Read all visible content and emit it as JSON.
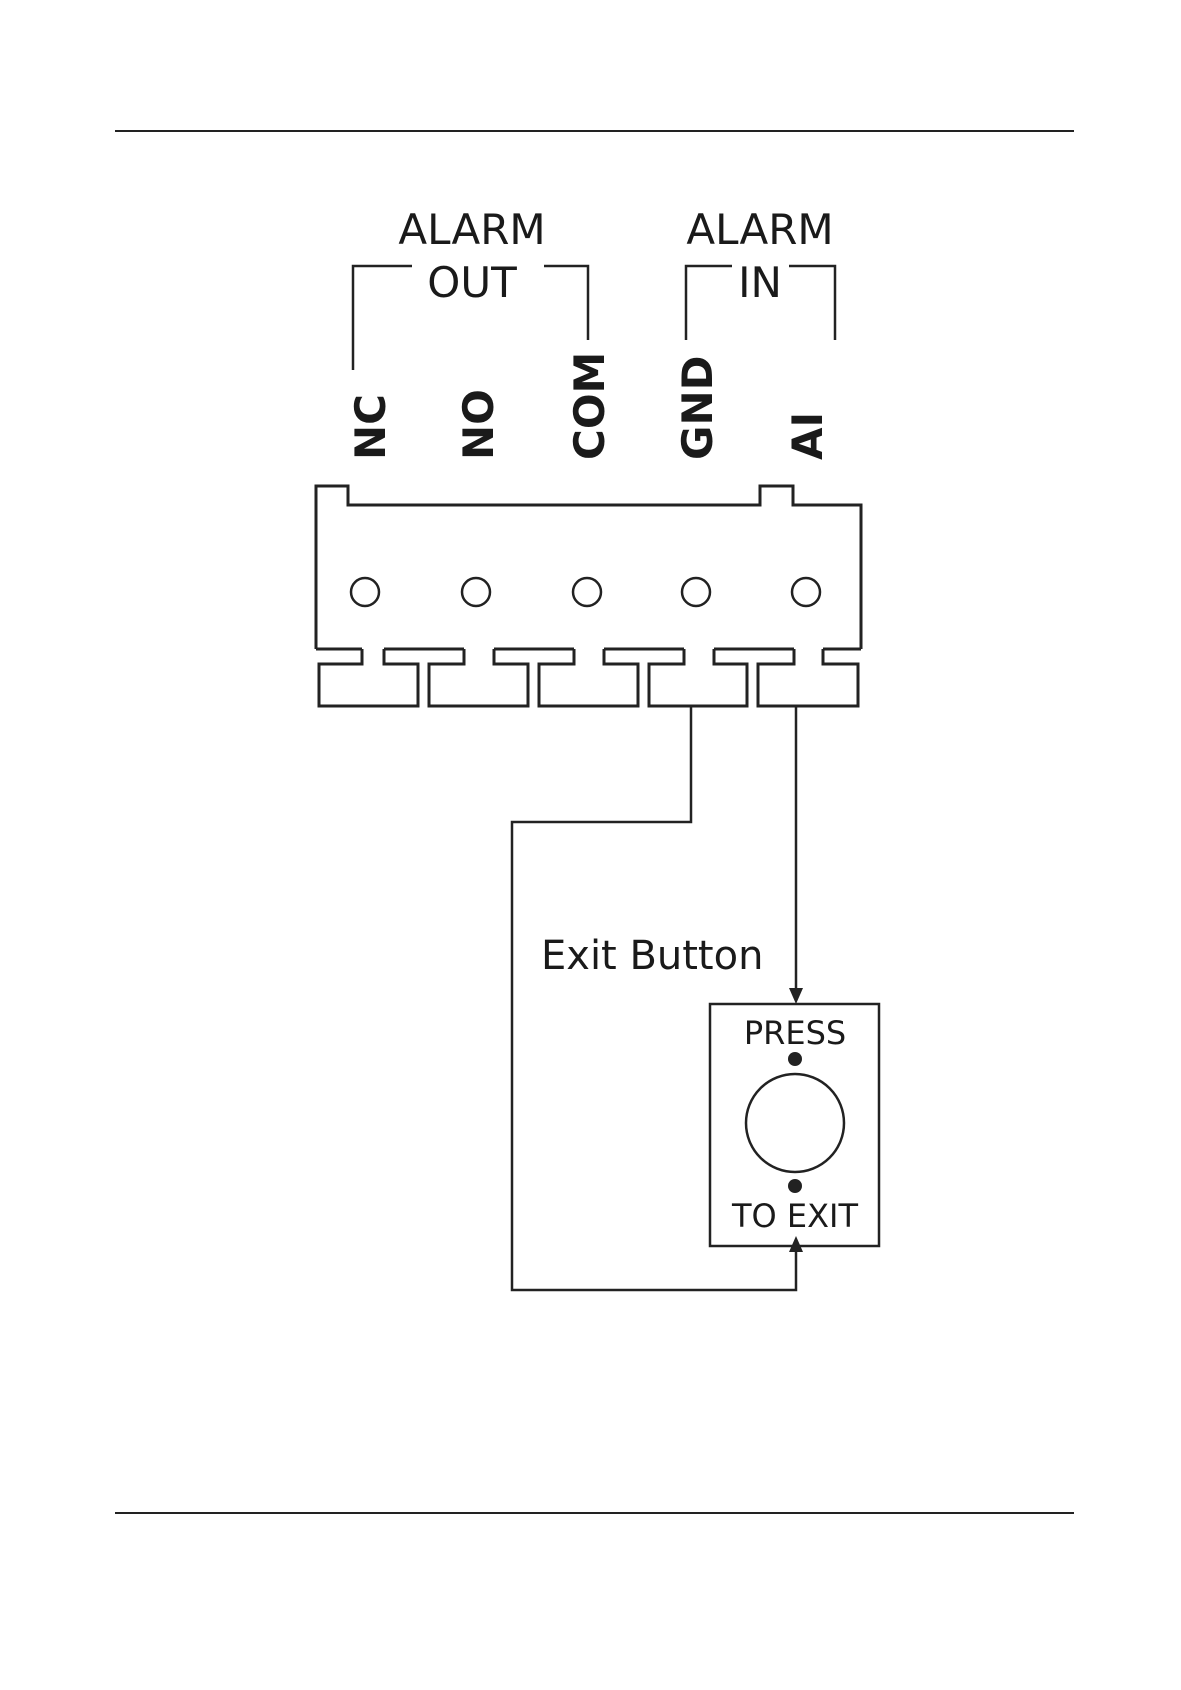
{
  "groups": {
    "alarm_out": {
      "line1": "ALARM",
      "line2": "OUT"
    },
    "alarm_in": {
      "line1": "ALARM",
      "line2": "IN"
    }
  },
  "terminals": {
    "nc": "NC",
    "no": "NO",
    "com": "COM",
    "gnd": "GND",
    "ai": "AI"
  },
  "exit_button": {
    "label": "Exit Button",
    "press": "PRESS",
    "to_exit": "TO EXIT"
  },
  "colors": {
    "ink": "#222222",
    "background": "#ffffff"
  }
}
